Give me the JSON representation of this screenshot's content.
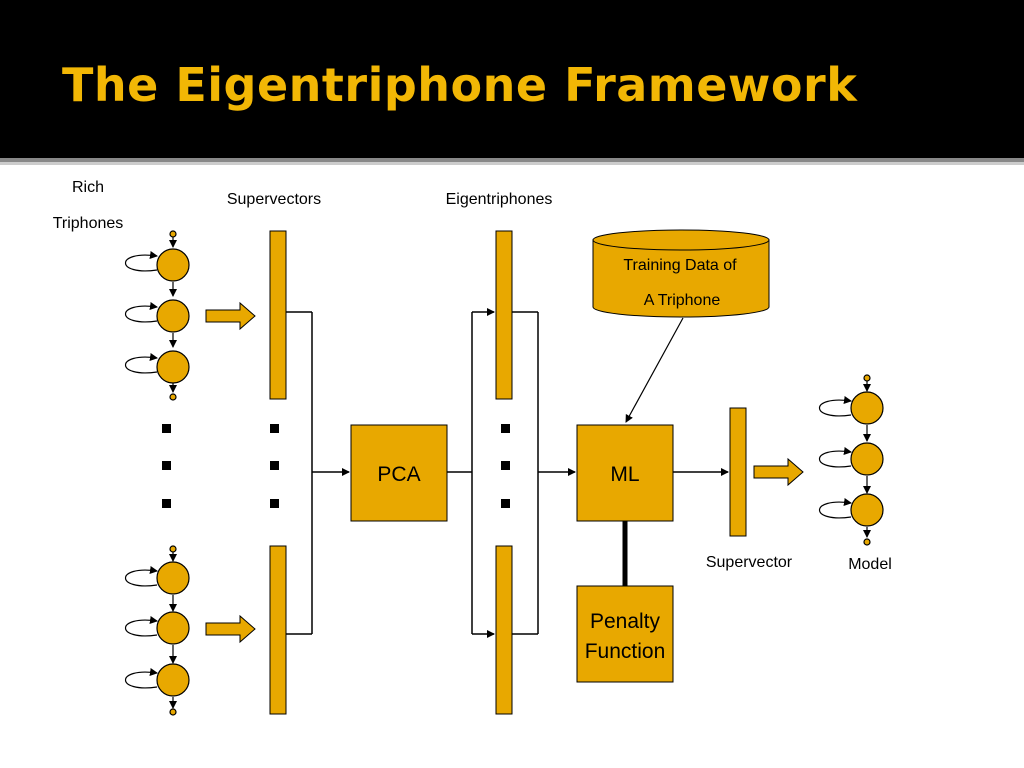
{
  "title": "The Eigentriphone Framework",
  "colors": {
    "accent": "#F2B705",
    "box_fill": "#E8A800",
    "title_bg": "#000000"
  },
  "labels": {
    "rich_line1": "Rich",
    "rich_line2": "Triphones",
    "supervectors": "Supervectors",
    "eigentriphones": "Eigentriphones",
    "training_line1": "Training Data of",
    "training_line2": "A Triphone",
    "supervector": "Supervector",
    "model": "Model"
  },
  "boxes": {
    "pca": "PCA",
    "ml": "ML",
    "penalty_line1": "Penalty",
    "penalty_line2": "Function"
  }
}
